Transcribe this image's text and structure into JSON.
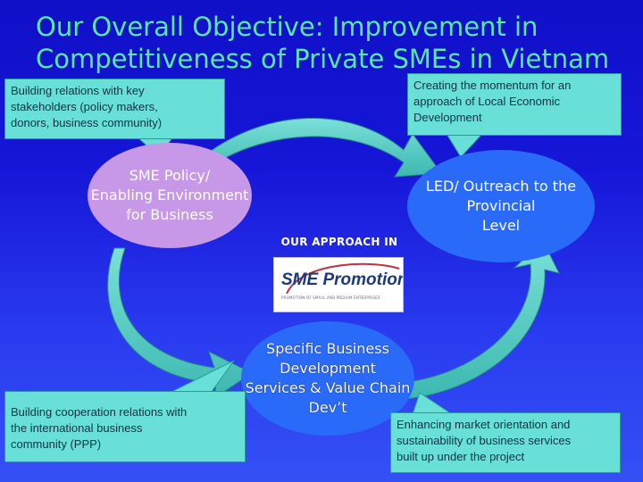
{
  "title": {
    "line1": "Our Overall Objective: Improvement in",
    "line2": "Competitiveness of Private SMEs in Vietnam"
  },
  "nodes": {
    "policy": {
      "lines": [
        "SME Policy/",
        "Enabling Environment",
        "for Business"
      ]
    },
    "led": {
      "lines": [
        "LED/ Outreach to the",
        "Provincial",
        "Level"
      ]
    },
    "services": {
      "lines": [
        "Specific Business",
        "Development",
        "Services & Value Chain",
        "Dev’t"
      ]
    }
  },
  "callouts": {
    "stakeholders": [
      "Building relations with key",
      "stakeholders (policy makers,",
      "donors, business community)"
    ],
    "local": [
      "Creating the momentum for an",
      "approach of Local Economic",
      "Development"
    ],
    "cooperation": [
      "Building cooperation relations with",
      "the international business",
      "community (PPP)"
    ],
    "market": [
      "Enhancing market orientation and",
      "sustainability of business services",
      "built up under the project"
    ]
  },
  "approach": {
    "label": "OUR APPROACH IN",
    "logo_text": "SME Promotion",
    "logo_subtext": "PROMOTION OF SMALL AND MEDIUM ENTERPRISES"
  },
  "colors": {
    "title": "#58e8a8",
    "policy_fill": "#c898e8",
    "node_fill": "#2a6af8",
    "arrow_fill": "#5ad0c8",
    "callout_fill": "#68e0d8"
  }
}
